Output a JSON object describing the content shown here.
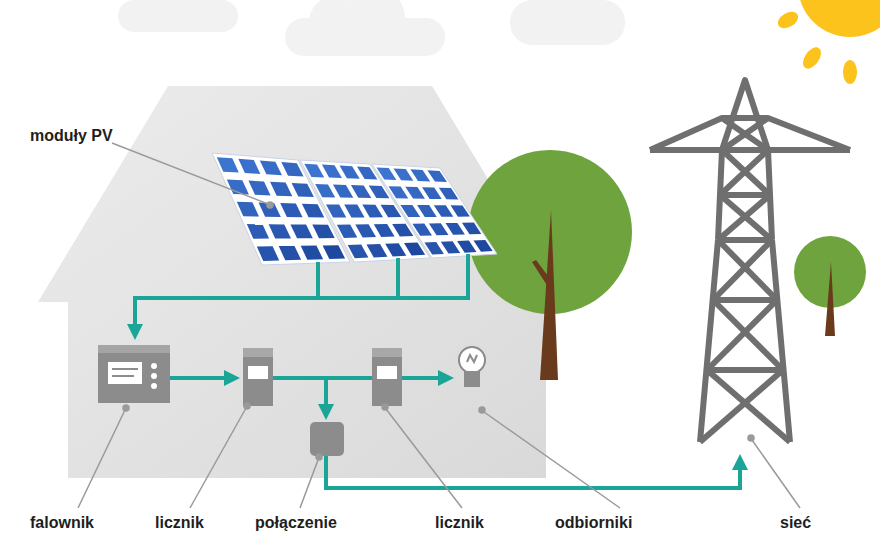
{
  "diagram": {
    "labels": [
      "moduły PV",
      "falownik",
      "licznik",
      "połączenie",
      "licznik",
      "odbiorniki",
      "sieć"
    ]
  }
}
